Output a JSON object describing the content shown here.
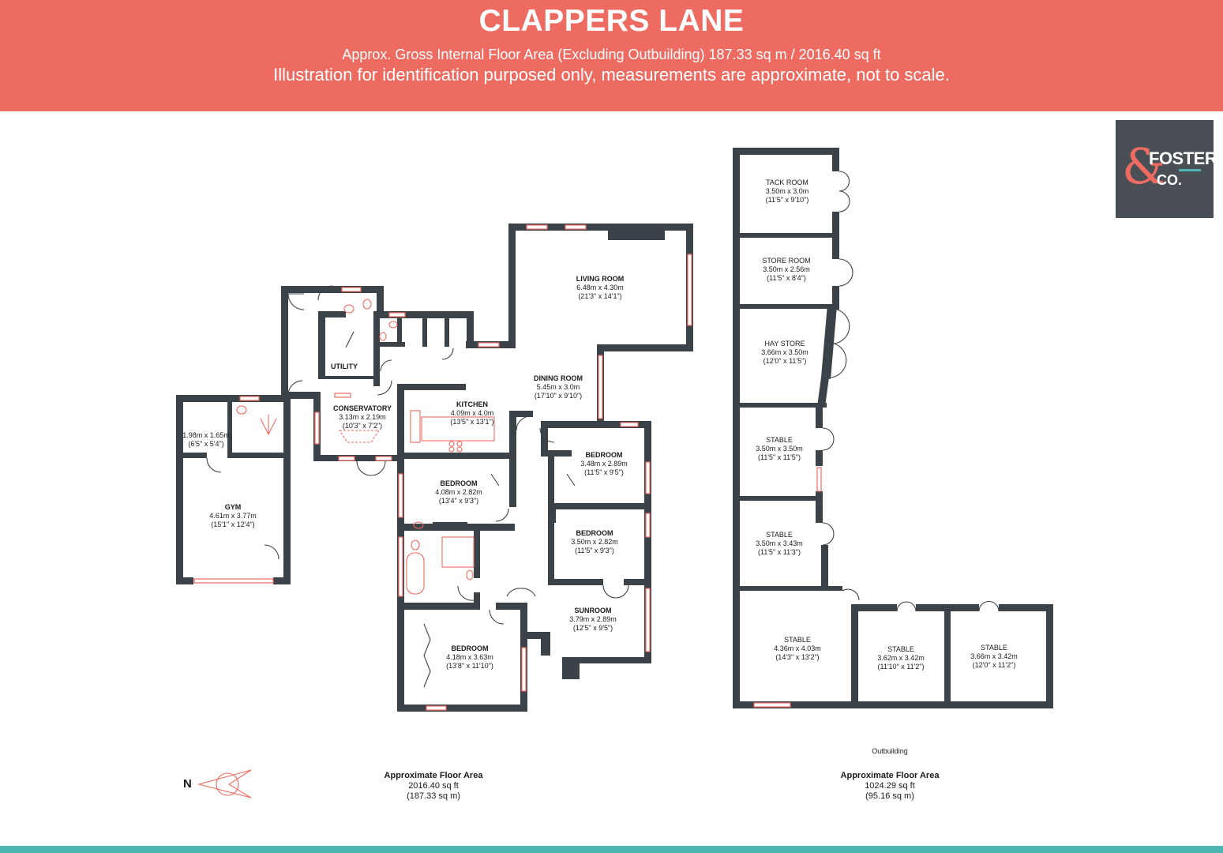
{
  "header": {
    "title": "CLAPPERS LANE",
    "area_line": "Approx. Gross Internal Floor Area (Excluding Outbuilding) 187.33 sq m / 2016.40 sq ft",
    "disclaimer": "Illustration for identification purposed only, measurements are approximate, not to scale."
  },
  "logo": {
    "amp": "&",
    "line1": "FOSTER",
    "line2": "CO."
  },
  "colors": {
    "banner": "#ee6b61",
    "walls": "#3b4248",
    "windows": "#ee6b61",
    "logo_bg": "#4a4f55",
    "accent": "#4fb5b3"
  },
  "rooms": {
    "living": {
      "name": "LIVING ROOM",
      "m": "6.48m x 4.30m",
      "ft": "(21'3\" x 14'1\")"
    },
    "dining": {
      "name": "DINING ROOM",
      "m": "5.45m x 3.0m",
      "ft": "(17'10\" x 9'10\")"
    },
    "kitchen": {
      "name": "KITCHEN",
      "m": "4.09m x 4.0m",
      "ft": "(13'5\" x 13'1\")"
    },
    "utility": {
      "name": "UTILITY"
    },
    "conservatory": {
      "name": "CONSERVATORY",
      "m": "3.13m x 2.19m",
      "ft": "(10'3\" x 7'2\")"
    },
    "shower": {
      "m": "1.98m x 1.65m",
      "ft": "(6'5\" x 5'4\")"
    },
    "gym": {
      "name": "GYM",
      "m": "4.61m x 3.77m",
      "ft": "(15'1\" x 12'4\")"
    },
    "bed1": {
      "name": "BEDROOM",
      "m": "3.48m x 2.89m",
      "ft": "(11'5\" x 9'5\")"
    },
    "bed2": {
      "name": "BEDROOM",
      "m": "4.08m x 2.82m",
      "ft": "(13'4\" x 9'3\")"
    },
    "bed3": {
      "name": "BEDROOM",
      "m": "3.50m x 2.82m",
      "ft": "(11'5\" x 9'3\")"
    },
    "bed4": {
      "name": "BEDROOM",
      "m": "4.18m x 3.63m",
      "ft": "(13'8\" x 11'10\")"
    },
    "sunroom": {
      "name": "SUNROOM",
      "m": "3.79m x 2.89m",
      "ft": "(12'5\" x 9'5\")"
    },
    "tack": {
      "name": "TACK ROOM",
      "m": "3.50m x 3.0m",
      "ft": "(11'5\" x 9'10\")"
    },
    "store": {
      "name": "STORE ROOM",
      "m": "3.50m x 2.56m",
      "ft": "(11'5\" x 8'4\")"
    },
    "hay": {
      "name": "HAY STORE",
      "m": "3.66m x 3.50m",
      "ft": "(12'0\" x 11'5\")"
    },
    "stable1": {
      "name": "STABLE",
      "m": "3.50m x 3.50m",
      "ft": "(11'5\" x 11'5\")"
    },
    "stable2": {
      "name": "STABLE",
      "m": "3.50m x 3.43m",
      "ft": "(11'5\" x 11'3\")"
    },
    "stable3": {
      "name": "STABLE",
      "m": "4.36m x 4.03m",
      "ft": "(14'3\" x 13'2\")"
    },
    "stable4": {
      "name": "STABLE",
      "m": "3.62m x 3.42m",
      "ft": "(11'10\" x 11'2\")"
    },
    "stable5": {
      "name": "STABLE",
      "m": "3.66m x 3.42m",
      "ft": "(12'0\" x 11'2\")"
    }
  },
  "outbuilding_label": "Outbuilding",
  "footer": {
    "main": {
      "title": "Approximate Floor Area",
      "sqft": "2016.40 sq ft",
      "sqm": "(187.33 sq m)"
    },
    "outbuilding": {
      "title": "Approximate Floor Area",
      "sqft": "1024.29 sq ft",
      "sqm": "(95.16 sq m)"
    },
    "north": "N"
  }
}
